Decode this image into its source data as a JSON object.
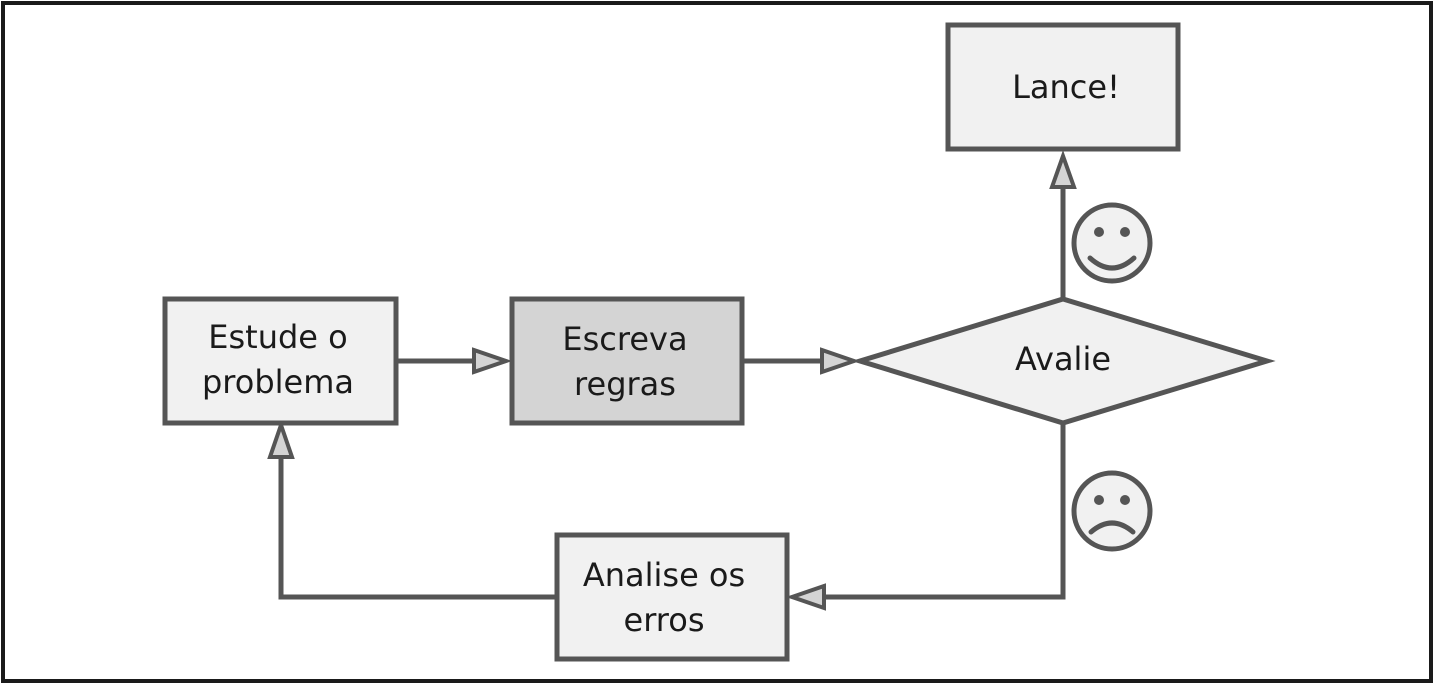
{
  "nodes": {
    "study": {
      "lines": [
        "Estude o",
        "problema"
      ]
    },
    "write": {
      "lines": [
        "Escreva",
        "regras"
      ]
    },
    "evaluate": {
      "label": "Avalie"
    },
    "launch": {
      "label": "Lance!"
    },
    "analyze": {
      "lines": [
        "Analise os",
        "erros"
      ]
    }
  },
  "colors": {
    "stroke": "#555555",
    "box_fill": "#f1f1f1",
    "highlight_fill": "#d4d4d4",
    "text": "#1a1a1a",
    "frame": "#1a1a1a"
  },
  "icons": {
    "success": "smiley-face-icon",
    "failure": "sad-face-icon"
  }
}
